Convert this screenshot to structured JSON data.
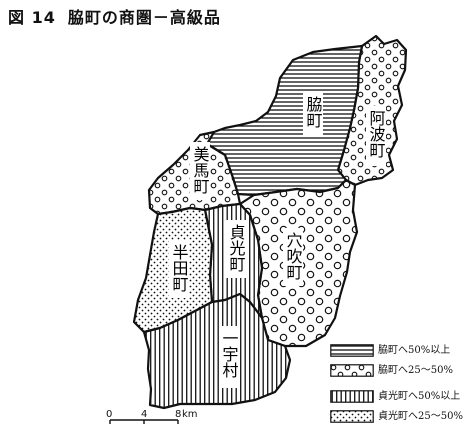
{
  "title": {
    "figure": "図 14",
    "text": "脇町の商圏－高級品"
  },
  "regions": [
    {
      "id": "wakimachi",
      "label": "脇町",
      "pattern": "horizontal"
    },
    {
      "id": "awacho",
      "label": "阿波町",
      "pattern": "circles-small"
    },
    {
      "id": "mima",
      "label": "美馬町",
      "pattern": "circles-small"
    },
    {
      "id": "anabuki",
      "label": "穴吹町",
      "pattern": "circles-small"
    },
    {
      "id": "sadamitsu",
      "label": "貞光町",
      "pattern": "vertical"
    },
    {
      "id": "handa",
      "label": "半田町",
      "pattern": "dots"
    },
    {
      "id": "ichiu",
      "label": "一宇村",
      "pattern": "vertical"
    }
  ],
  "legend": [
    {
      "pattern": "horizontal",
      "label": "脇町へ50%以上"
    },
    {
      "pattern": "circles-small",
      "label": "脇町へ25～50%"
    },
    {
      "pattern": "vertical",
      "label": "貞光町へ50%以上"
    },
    {
      "pattern": "dots",
      "label": "貞光町へ25～50%"
    }
  ],
  "scale_bar": {
    "ticks": [
      "0",
      "4",
      "8"
    ],
    "unit": "km"
  }
}
